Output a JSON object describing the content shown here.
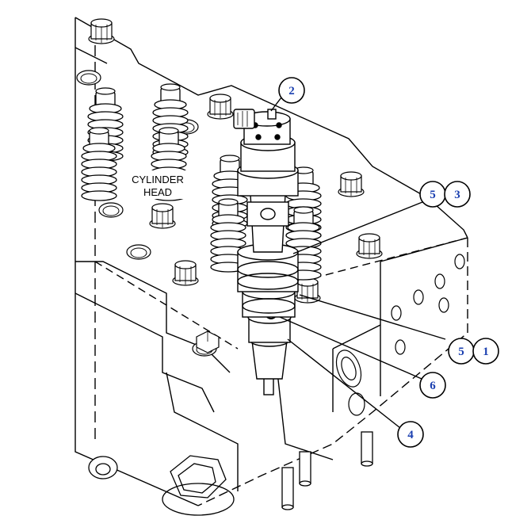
{
  "diagram": {
    "label_line1": "CYLINDER",
    "label_line2": "HEAD",
    "callouts": {
      "c2": "2",
      "c5a": "5",
      "c3": "3",
      "c5b": "5",
      "c1": "1",
      "c6": "6",
      "c4": "4"
    },
    "colors": {
      "line": "#000000",
      "callout_number": "#1a3fb0",
      "background": "#ffffff"
    }
  }
}
